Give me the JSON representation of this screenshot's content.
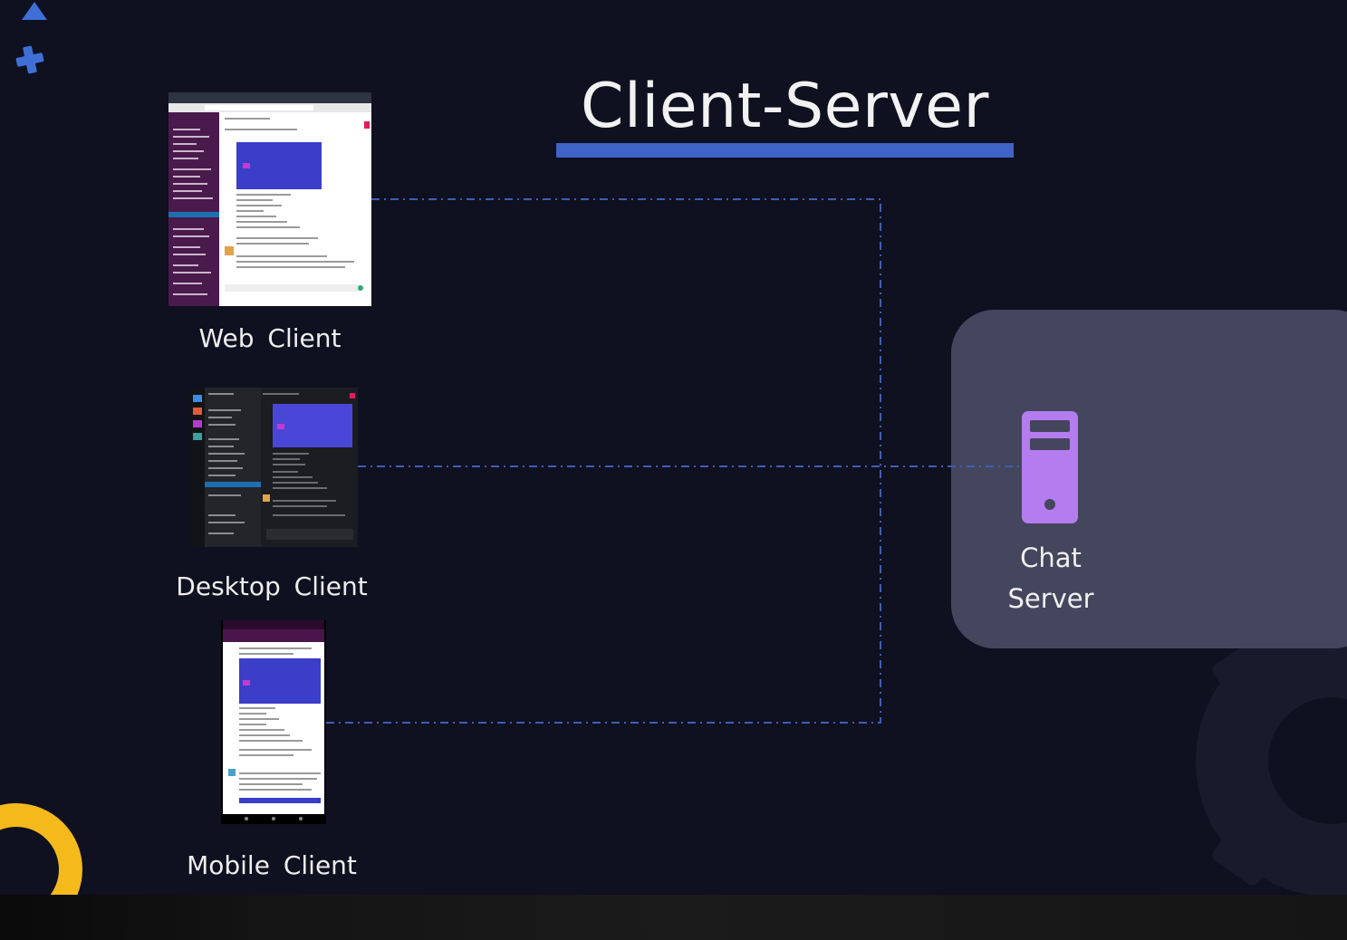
{
  "slide": {
    "title": "Client-Server",
    "colors": {
      "background": "#0f1020",
      "accent_blue": "#3f63c6",
      "server_purple": "#b57cf0",
      "server_panel": "#44465d",
      "yellow_ring": "#f4b91b"
    }
  },
  "clients": [
    {
      "label": "Web  Client",
      "icon": "web-client-screenshot"
    },
    {
      "label": "Desktop  Client",
      "icon": "desktop-client-screenshot"
    },
    {
      "label": "Mobile  Client",
      "icon": "mobile-client-screenshot"
    }
  ],
  "server": {
    "label_line1": "Chat",
    "label_line2": "Server",
    "icon": "server-icon"
  },
  "decorations": [
    "triangle-icon",
    "plus-icon",
    "ring-icon",
    "gear-icon"
  ]
}
